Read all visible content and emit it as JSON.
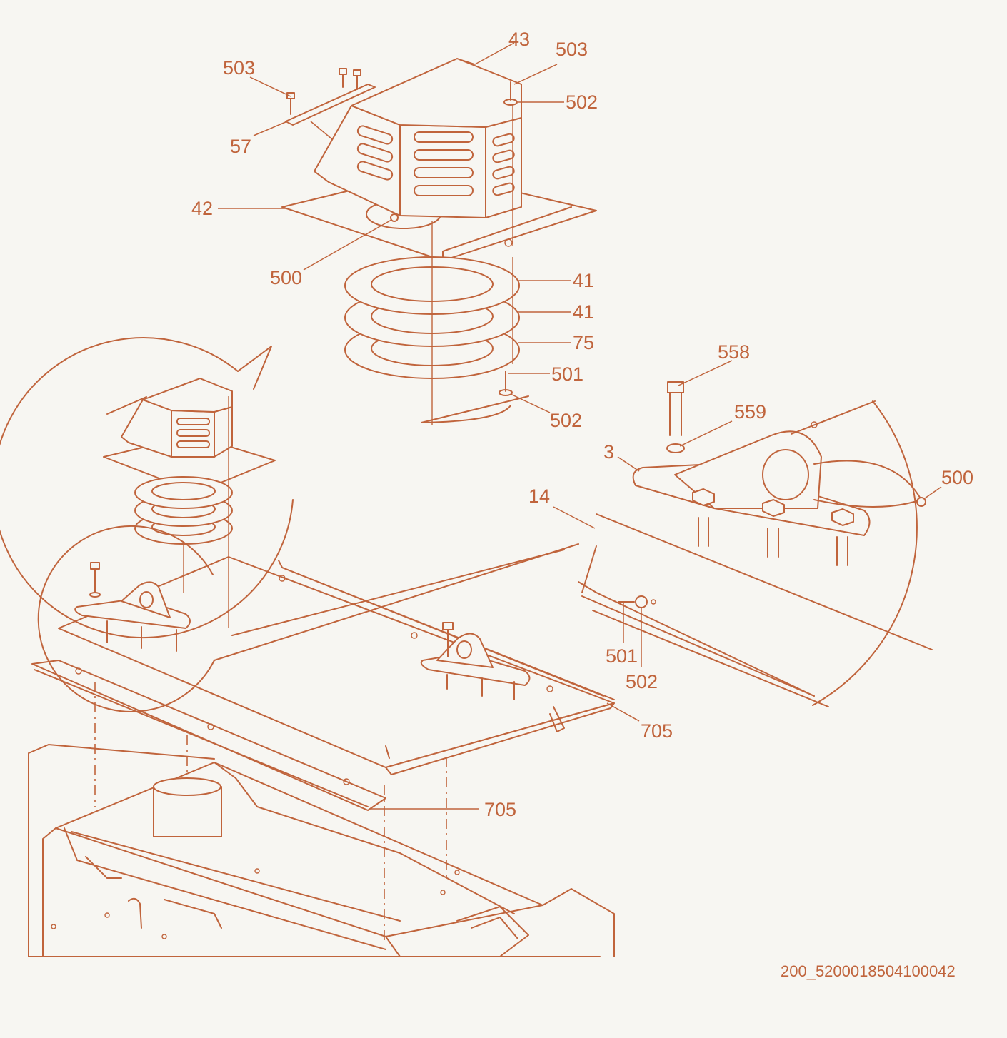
{
  "document_id": "200_5200018504100042",
  "callouts": [
    {
      "id": "c43",
      "label": "43"
    },
    {
      "id": "c503a",
      "label": "503"
    },
    {
      "id": "c503b",
      "label": "503"
    },
    {
      "id": "c502a",
      "label": "502"
    },
    {
      "id": "c57",
      "label": "57"
    },
    {
      "id": "c42",
      "label": "42"
    },
    {
      "id": "c500a",
      "label": "500"
    },
    {
      "id": "c41a",
      "label": "41"
    },
    {
      "id": "c41b",
      "label": "41"
    },
    {
      "id": "c75",
      "label": "75"
    },
    {
      "id": "c501a",
      "label": "501"
    },
    {
      "id": "c502b",
      "label": "502"
    },
    {
      "id": "c558",
      "label": "558"
    },
    {
      "id": "c559",
      "label": "559"
    },
    {
      "id": "c3",
      "label": "3"
    },
    {
      "id": "c500b",
      "label": "500"
    },
    {
      "id": "c14",
      "label": "14"
    },
    {
      "id": "c501b",
      "label": "501"
    },
    {
      "id": "c502c",
      "label": "502"
    },
    {
      "id": "c705a",
      "label": "705"
    },
    {
      "id": "c705b",
      "label": "705"
    }
  ],
  "colors": {
    "line": "#c0643c",
    "background": "#f7f6f2"
  }
}
